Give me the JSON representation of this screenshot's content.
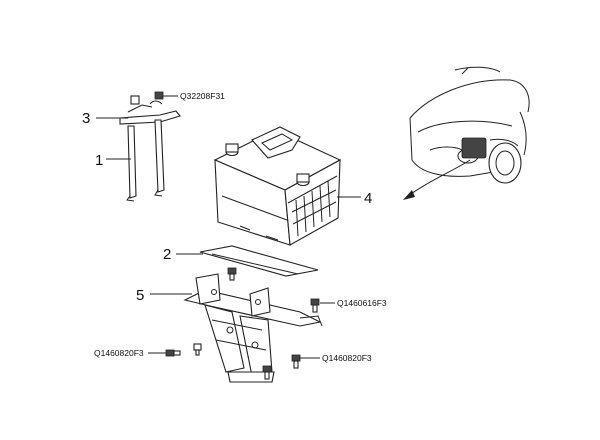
{
  "callouts": [
    {
      "number": "1",
      "part": "hold-down-rod"
    },
    {
      "number": "2",
      "part": "battery-tray-pad"
    },
    {
      "number": "3",
      "part": "hold-down-clamp"
    },
    {
      "number": "4",
      "part": "battery"
    },
    {
      "number": "5",
      "part": "battery-bracket"
    }
  ],
  "part_numbers": {
    "clamp_nut": "Q32208F31",
    "bracket_bolt_right": "Q1460616F3",
    "bracket_bolt_left": "Q1460820F3",
    "bracket_bolt_bottom": "Q1460820F3"
  },
  "colors": {
    "line": "#222222",
    "battery_location_marker": "#2b2b2b",
    "background": "#ffffff"
  }
}
